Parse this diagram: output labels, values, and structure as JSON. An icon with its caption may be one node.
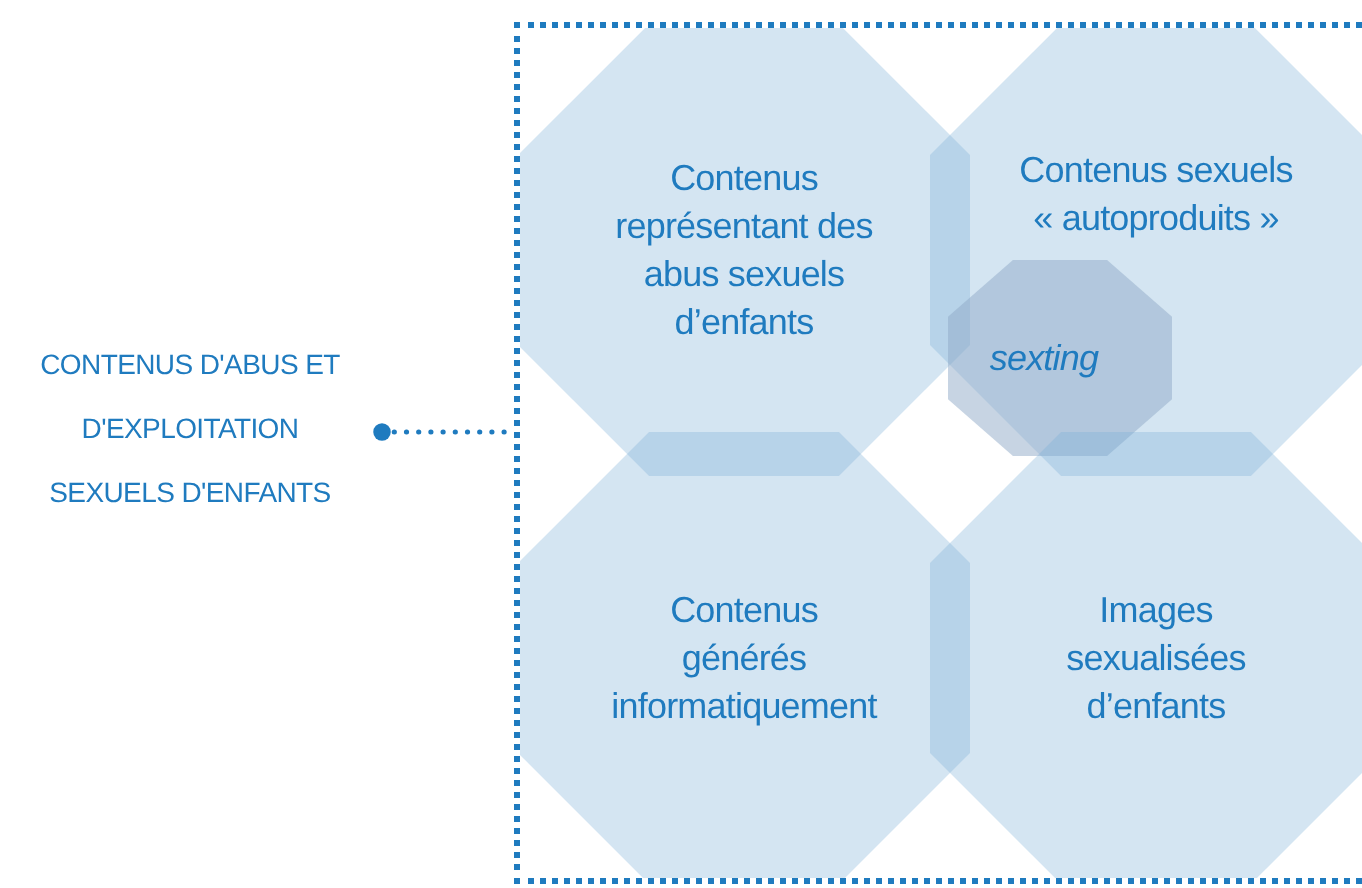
{
  "diagram": {
    "nodes": [
      {
        "text": [
          "CONTENUS D'ABUS ET D'EXPLOITATION SEXUELS D'ENFANTS"
        ]
      },
      {
        "text": [],
        "shape": "box"
      },
      {
        "text": [
          "Contenus représentant des abus sexuels d’enfants"
        ],
        "in": 1
      },
      {
        "text": [
          "Contenus sexuels « autoproduits »"
        ],
        "in": 1
      },
      {
        "text": [
          "Contenus générés informatiquement"
        ],
        "in": 1
      },
      {
        "text": [
          "Images sexualisées d’enfants"
        ],
        "in": 1
      },
      {
        "text": [
          "sexting"
        ],
        "in": 3
      }
    ],
    "edges": [
      {
        "from": 0,
        "to": 1,
        "arrow": "other",
        "style": "dashed"
      }
    ]
  }
}
